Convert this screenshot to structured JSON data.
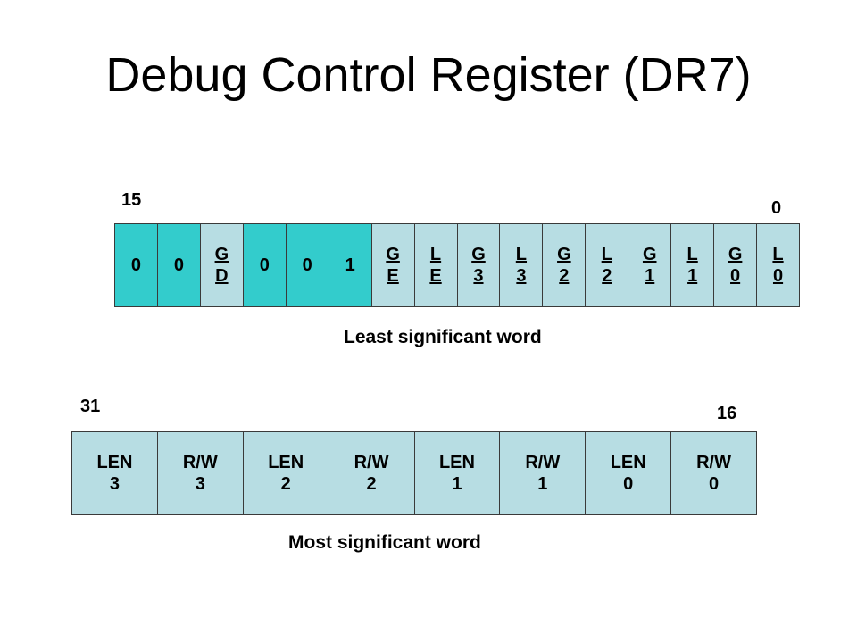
{
  "title": "Debug Control Register (DR7)",
  "colors": {
    "constant_cell": "#33cccc",
    "field_cell": "#b7dde3",
    "border": "#3a3a3a"
  },
  "lsw": {
    "high_bit": "15",
    "low_bit": "0",
    "caption": "Least significant word",
    "cells": [
      {
        "line1": "0",
        "line2": "",
        "kind": "constant"
      },
      {
        "line1": "0",
        "line2": "",
        "kind": "constant"
      },
      {
        "line1": "G",
        "line2": "D",
        "kind": "field"
      },
      {
        "line1": "0",
        "line2": "",
        "kind": "constant"
      },
      {
        "line1": "0",
        "line2": "",
        "kind": "constant"
      },
      {
        "line1": "1",
        "line2": "",
        "kind": "constant"
      },
      {
        "line1": "G",
        "line2": "E",
        "kind": "field"
      },
      {
        "line1": "L",
        "line2": "E",
        "kind": "field"
      },
      {
        "line1": "G",
        "line2": "3",
        "kind": "field"
      },
      {
        "line1": "L",
        "line2": "3",
        "kind": "field"
      },
      {
        "line1": "G",
        "line2": "2",
        "kind": "field"
      },
      {
        "line1": "L",
        "line2": "2",
        "kind": "field"
      },
      {
        "line1": "G",
        "line2": "1",
        "kind": "field"
      },
      {
        "line1": "L",
        "line2": "1",
        "kind": "field"
      },
      {
        "line1": "G",
        "line2": "0",
        "kind": "field"
      },
      {
        "line1": "L",
        "line2": "0",
        "kind": "field"
      }
    ]
  },
  "msw": {
    "high_bit": "31",
    "low_bit": "16",
    "caption": "Most significant word",
    "cells": [
      {
        "line1": "LEN",
        "line2": "3"
      },
      {
        "line1": "R/W",
        "line2": "3"
      },
      {
        "line1": "LEN",
        "line2": "2"
      },
      {
        "line1": "R/W",
        "line2": "2"
      },
      {
        "line1": "LEN",
        "line2": "1"
      },
      {
        "line1": "R/W",
        "line2": "1"
      },
      {
        "line1": "LEN",
        "line2": "0"
      },
      {
        "line1": "R/W",
        "line2": "0"
      }
    ]
  }
}
